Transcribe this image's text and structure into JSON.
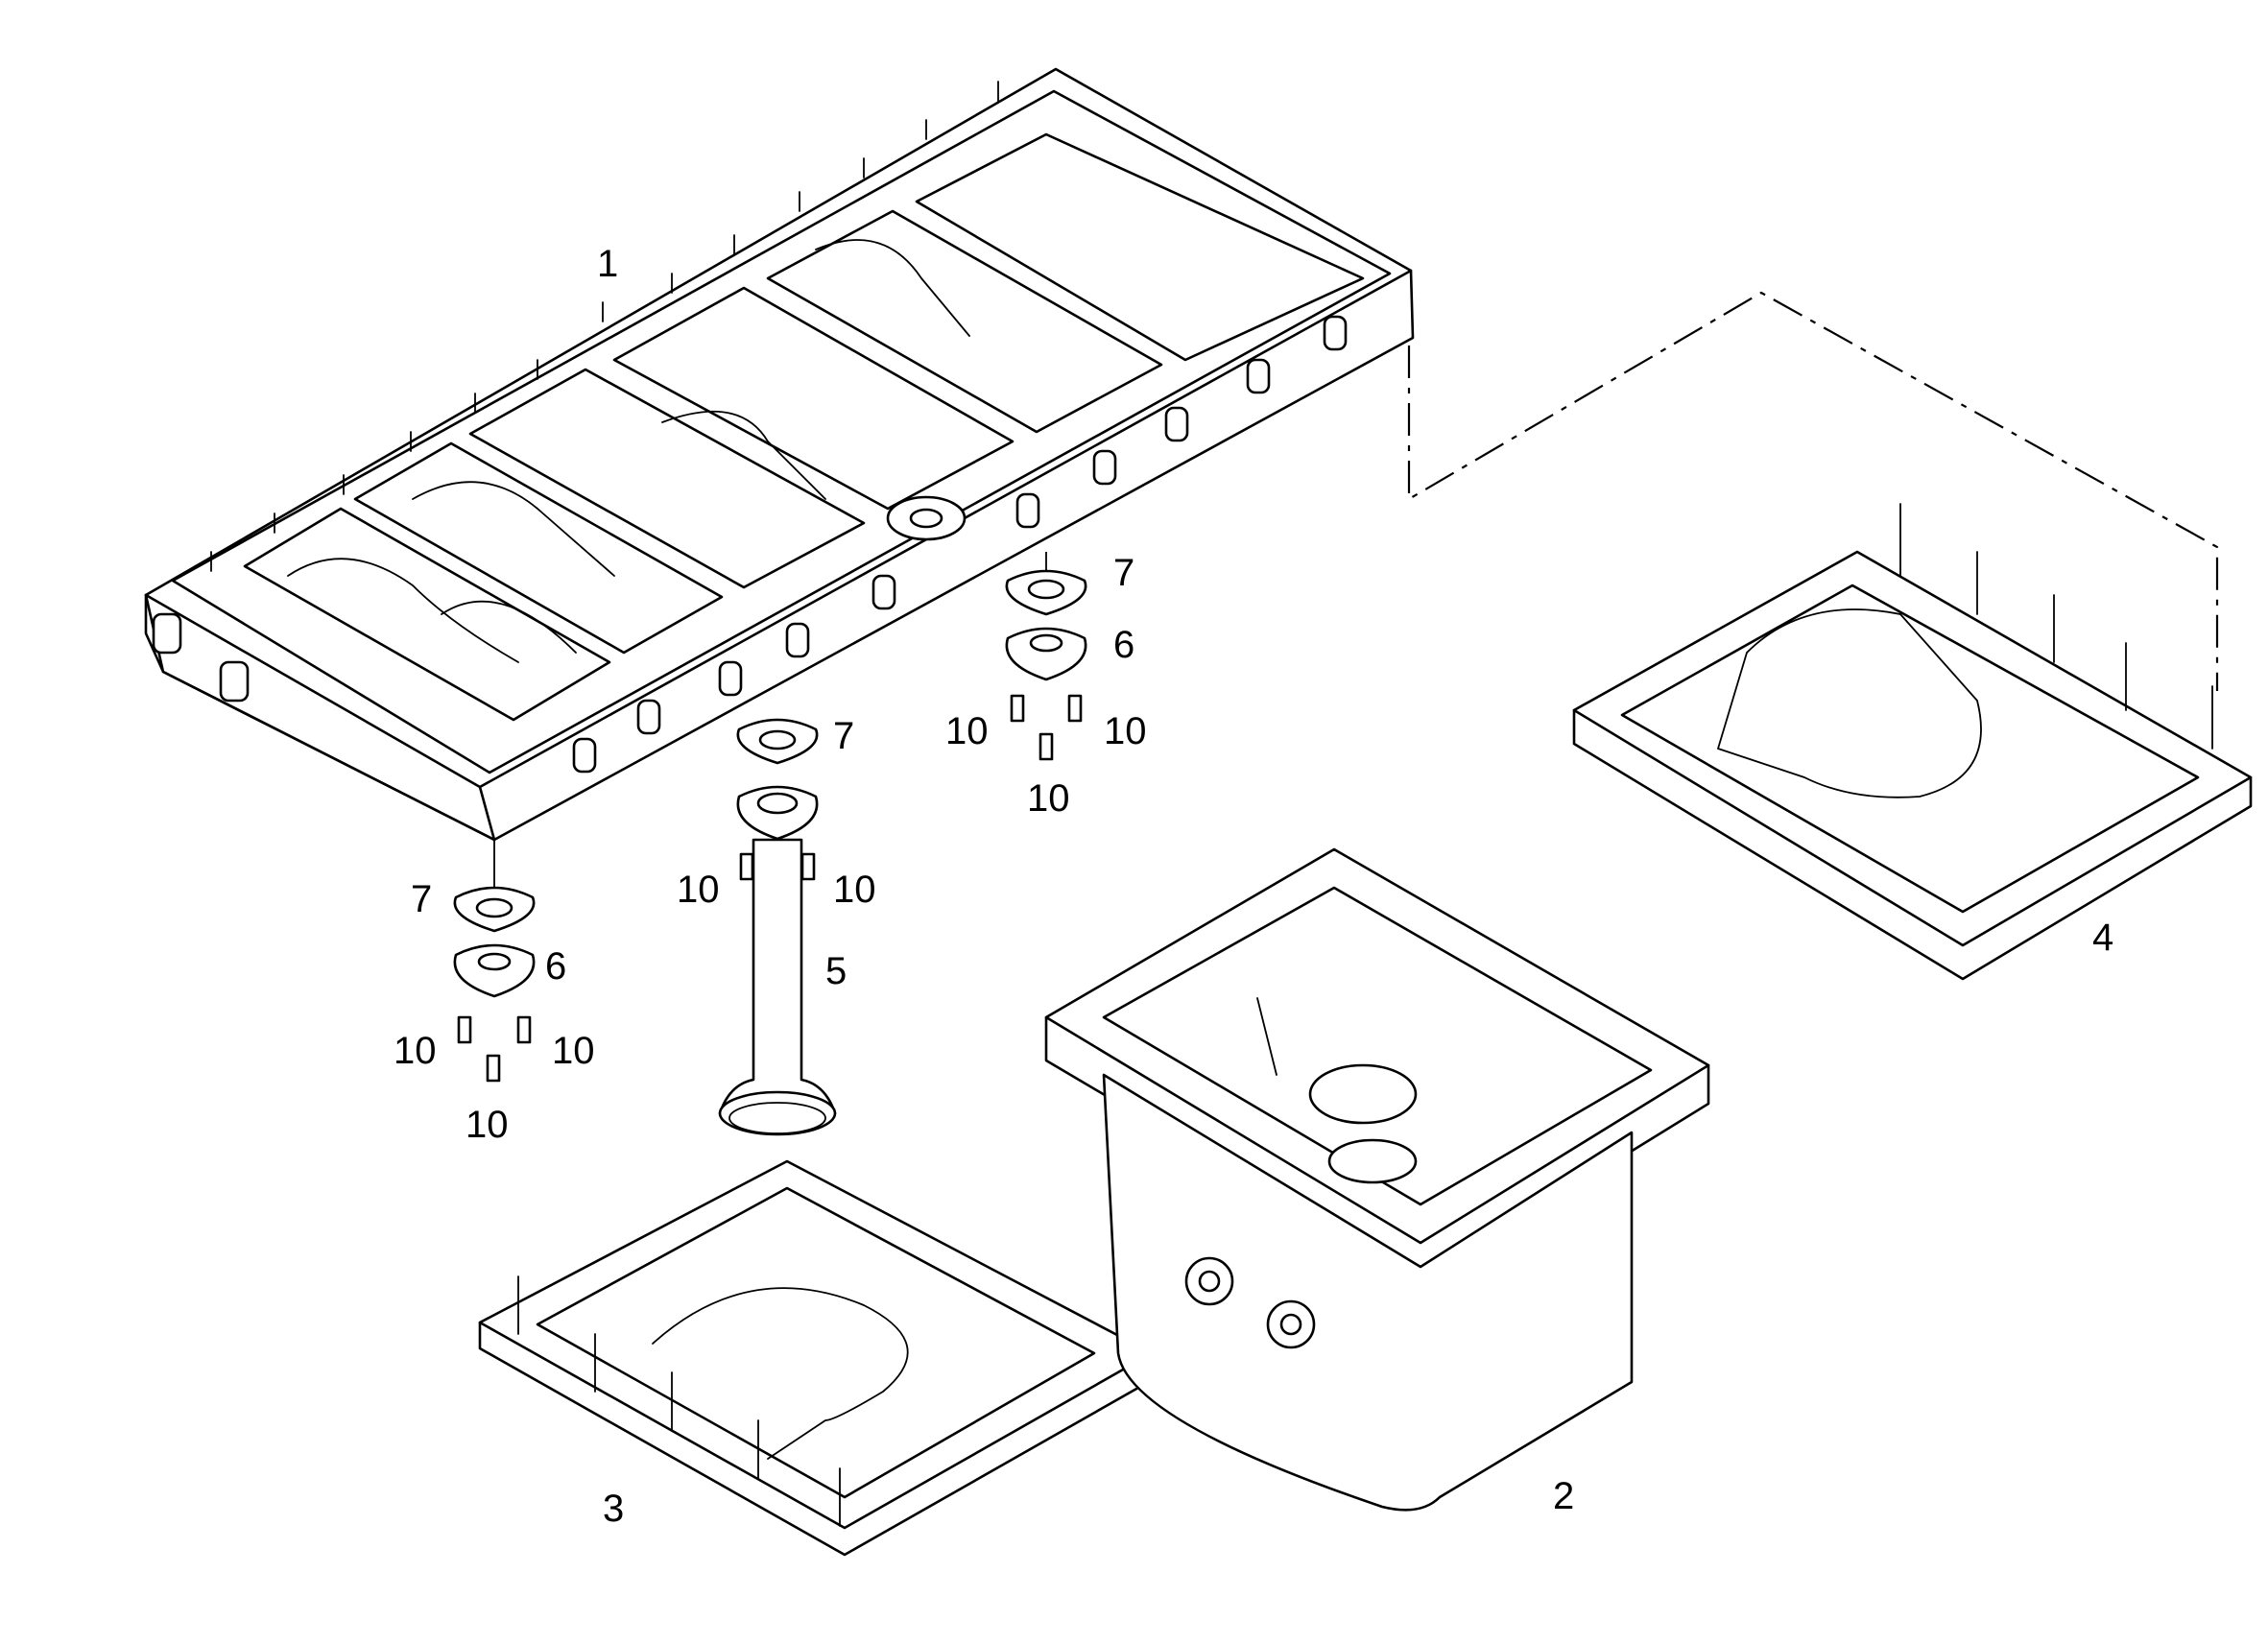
{
  "diagram": {
    "callouts": {
      "c1": "1",
      "c2": "2",
      "c3": "3",
      "c4": "4",
      "c5": "5",
      "c6_right": "6",
      "c6_left": "6",
      "c7_right": "7",
      "c7_center": "7",
      "c7_left": "7",
      "c10_a": "10",
      "c10_b": "10",
      "c10_c": "10",
      "c10_d": "10",
      "c10_e": "10",
      "c10_f": "10",
      "c10_g": "10",
      "c10_h": "10"
    }
  }
}
